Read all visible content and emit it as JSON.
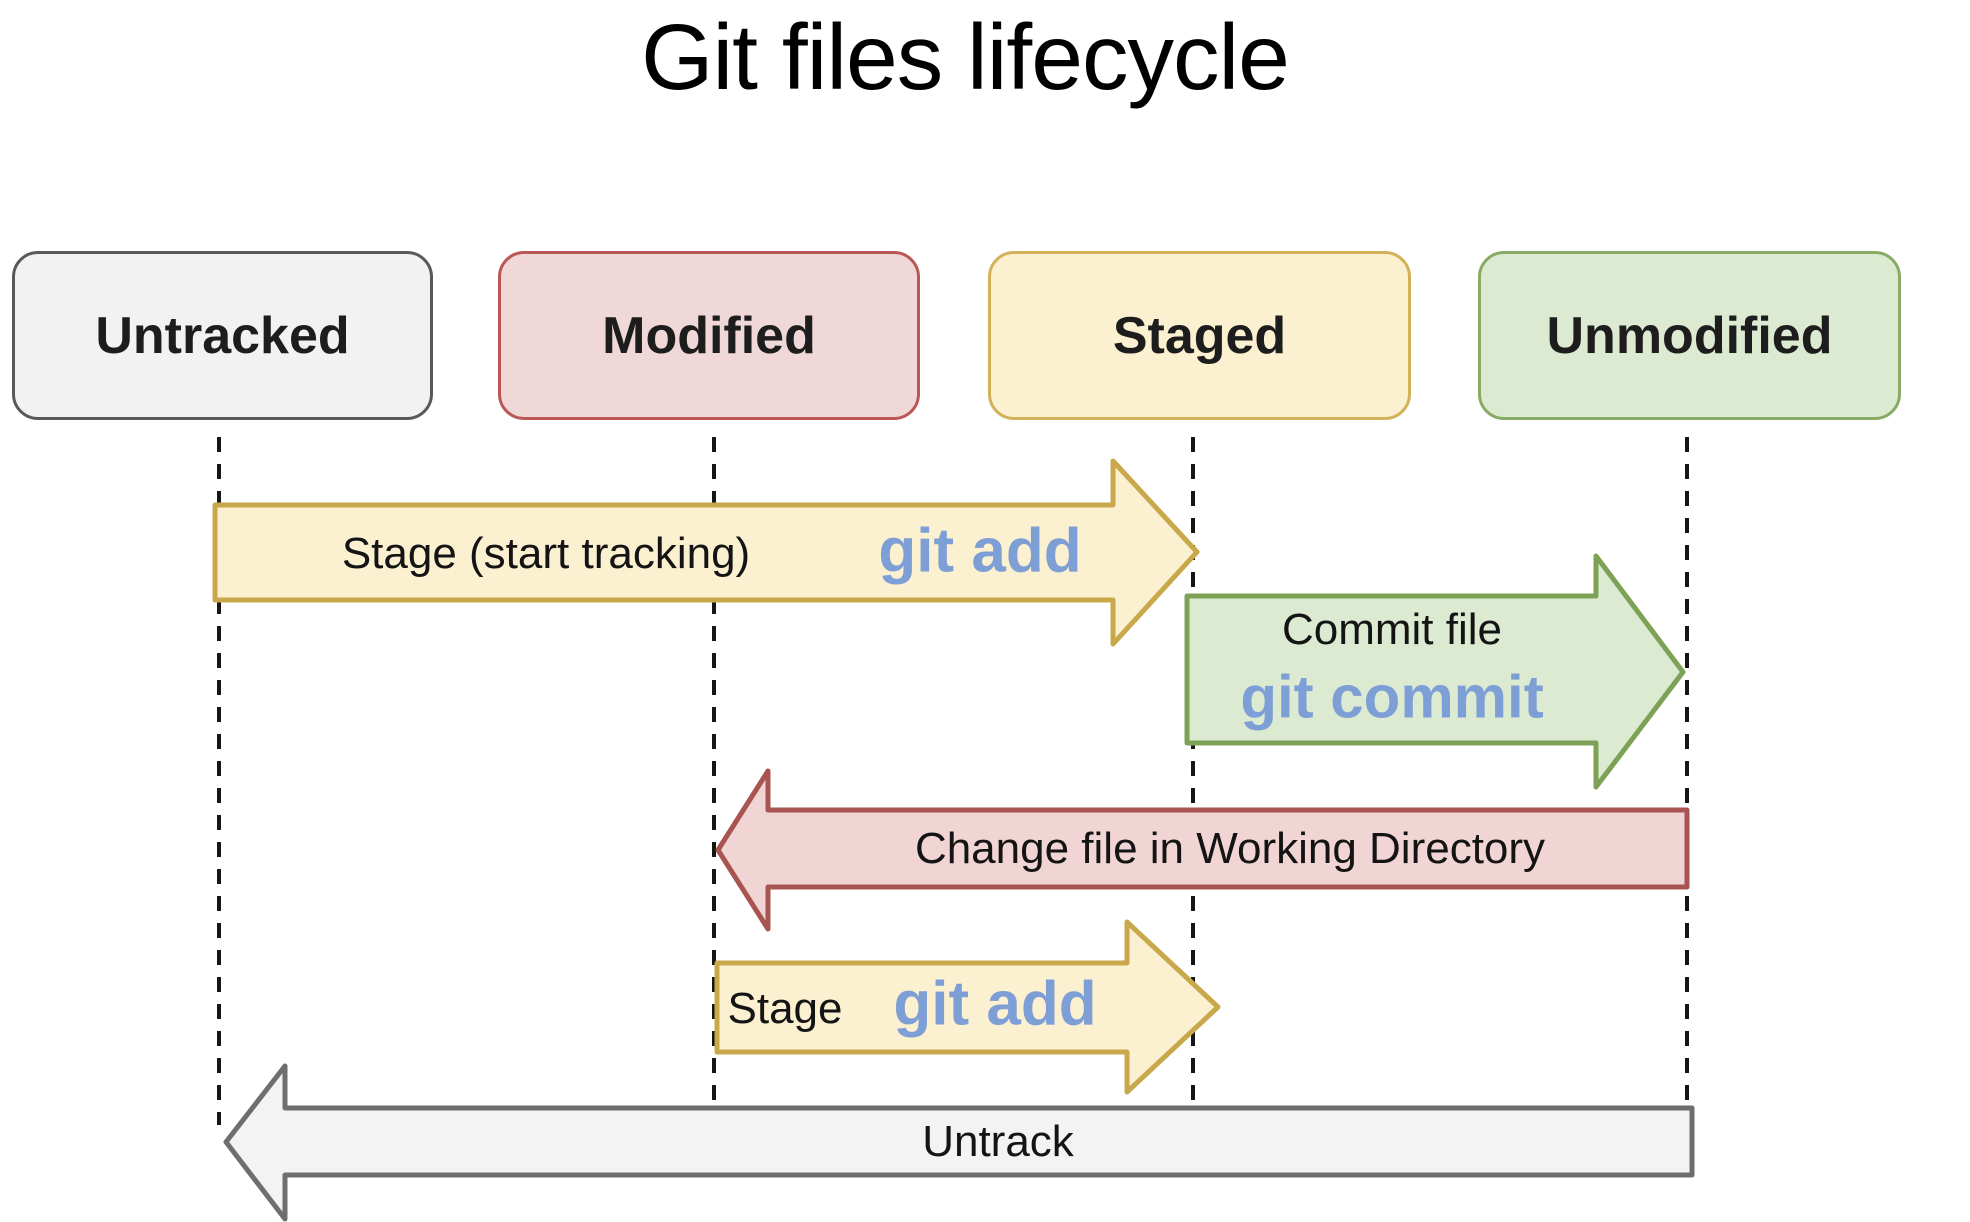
{
  "title": "Git files lifecycle",
  "states": [
    {
      "id": "untracked",
      "label": "Untracked",
      "fill": "#f2f2f2",
      "border": "#595959"
    },
    {
      "id": "modified",
      "label": "Modified",
      "fill": "#efd8d7",
      "border": "#b95854"
    },
    {
      "id": "staged",
      "label": "Staged",
      "fill": "#fbf0d0",
      "border": "#d2b258"
    },
    {
      "id": "unmodified",
      "label": "Unmodified",
      "fill": "#dcead2",
      "border": "#88aa64"
    }
  ],
  "arrows": [
    {
      "id": "stage-start-tracking",
      "label": "Stage (start tracking)",
      "command": "git add",
      "direction": "right",
      "from": "Untracked",
      "to": "Staged",
      "fill": "#fbf0d0",
      "stroke": "#c9a84c"
    },
    {
      "id": "commit-file",
      "label": "Commit file",
      "command": "git commit",
      "direction": "right",
      "from": "Staged",
      "to": "Unmodified",
      "fill": "#dcead2",
      "stroke": "#7da256"
    },
    {
      "id": "change-file",
      "label": "Change file in Working Directory",
      "command": "",
      "direction": "left",
      "from": "Unmodified",
      "to": "Modified",
      "fill": "#f1d5d4",
      "stroke": "#a85450"
    },
    {
      "id": "stage",
      "label": "Stage",
      "command": "git add",
      "direction": "right",
      "from": "Modified",
      "to": "Staged",
      "fill": "#fbf0d0",
      "stroke": "#c9a84c"
    },
    {
      "id": "untrack",
      "label": "Untrack",
      "command": "",
      "direction": "left",
      "from": "Staged",
      "to": "Untracked",
      "fill": "#f3f3f3",
      "stroke": "#6e6e6e"
    }
  ],
  "colors": {
    "command_text": "#7d9fd6",
    "label_text": "#141414",
    "dashed_line": "#161616",
    "background": "#ffffff"
  }
}
